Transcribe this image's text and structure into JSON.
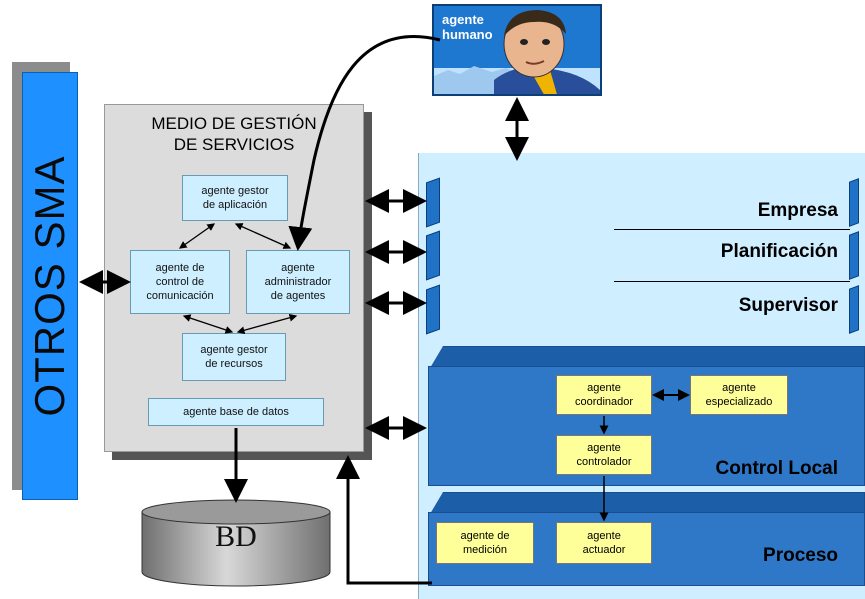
{
  "otros_sma": "OTROS SMA",
  "medio": {
    "title": "MEDIO DE GESTIÓN\nDE SERVICIOS",
    "gestor_aplicacion": "agente gestor\nde aplicación",
    "control_comunicacion": "agente de\ncontrol de\ncomunicación",
    "administrador": "agente\nadministrador\nde agentes",
    "gestor_recursos": "agente gestor\nde recursos",
    "base_datos": "agente base de datos"
  },
  "bd": "BD",
  "humano": "agente\nhumano",
  "layers": {
    "empresa": "Empresa",
    "planificacion": "Planificación",
    "supervisor": "Supervisor",
    "control_local": "Control Local",
    "proceso": "Proceso"
  },
  "control_local": {
    "coordinador": "agente\ncoordinador",
    "especializado": "agente\nespecializado",
    "controlador": "agente\ncontrolador"
  },
  "proceso": {
    "medicion": "agente de\nmedición",
    "actuador": "agente\nactuador"
  },
  "colors": {
    "sma_blue": "#1e90ff",
    "panel_gray": "#dcdcdc",
    "agent_cyan": "#cdefff",
    "sky": "#cfeeff",
    "layer_blue": "#2f78c8",
    "agent_yellow": "#ffff99"
  }
}
